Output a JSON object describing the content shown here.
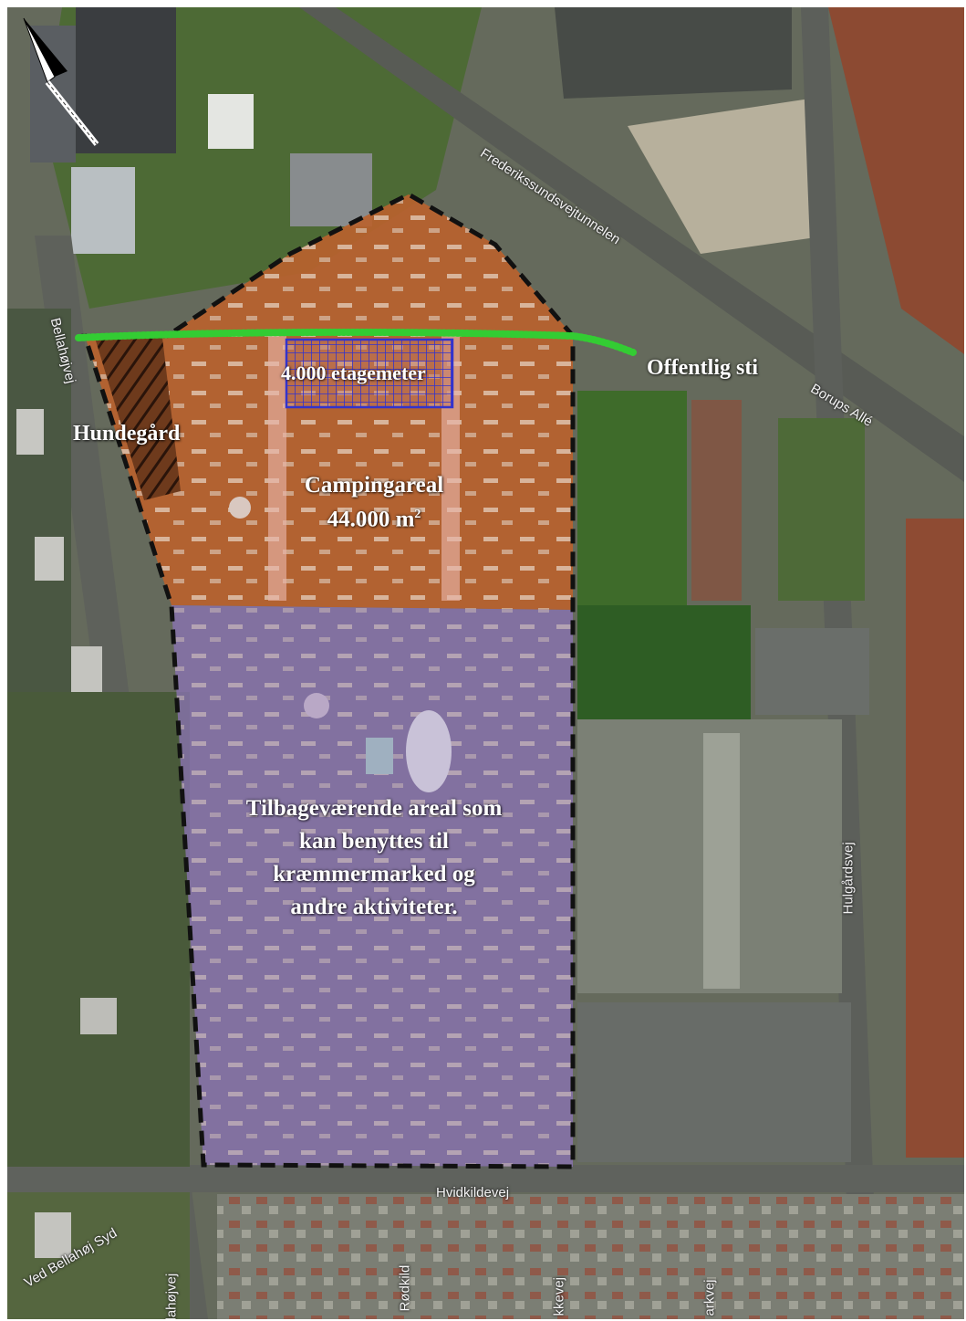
{
  "labels": {
    "floor_area": "4.000 etagemeter",
    "dog_yard": "Hundegård",
    "public_path": "Offentlig sti",
    "camping_title": "Campingareal",
    "camping_area_value": "44.000 m",
    "camping_area_sup": "2",
    "remaining_lines": [
      "Tilbageværende areal som",
      "kan benyttes til",
      "kræmmermarked og",
      "andre aktiviteter."
    ]
  },
  "streets": {
    "tunnel": "Frederikssundsvejtunnelen",
    "borups": "Borups Allé",
    "bellahoj": "Bellahøjvej",
    "hulgards": "Hulgårdsvej",
    "hvidkilde": "Hvidkildevej",
    "ved_bellahoj": "Ved Bellahøj Syd",
    "bellahoj_bottom": "lahøjvej",
    "rodkild": "Rødkild",
    "street_b1": "kkevej",
    "street_b2": "arkvej"
  },
  "colors": {
    "camping_zone": "#b8622e",
    "remaining_zone": "#8a73b4",
    "public_path": "#33cc33",
    "floor_area_grid": "#3333cc",
    "boundary": "#111111",
    "dog_yard_hatch": "#2a140a"
  },
  "icons": {
    "north_arrow": "north-arrow-icon"
  }
}
